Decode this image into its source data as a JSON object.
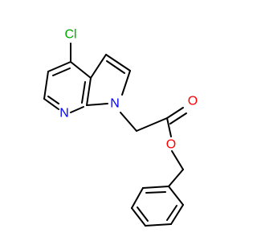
{
  "molecule": {
    "atoms": {
      "cl": {
        "symbol": "Cl",
        "color": "#00aa00"
      },
      "n_pyridine": {
        "symbol": "N",
        "color": "#0000ff"
      },
      "n_pyrrole": {
        "symbol": "N",
        "color": "#0000ff"
      },
      "o_carbonyl": {
        "symbol": "O",
        "color": "#ff0000"
      },
      "o_ester": {
        "symbol": "O",
        "color": "#ff0000"
      }
    },
    "bond_color": "#000000"
  }
}
